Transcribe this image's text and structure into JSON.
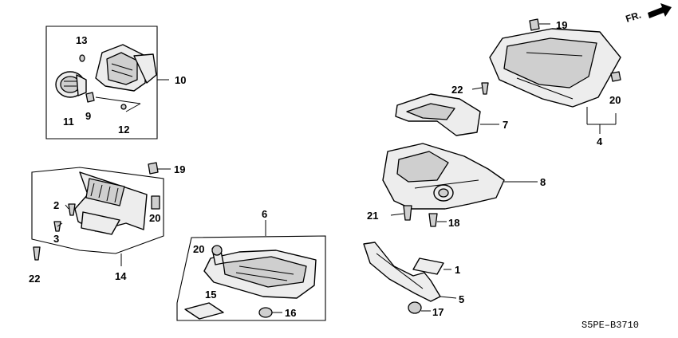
{
  "diagram": {
    "code": "S5PE–B3710",
    "direction": "FR.",
    "callouts": {
      "c1": "1",
      "c2": "2",
      "c3": "3",
      "c4": "4",
      "c5": "5",
      "c6": "6",
      "c7": "7",
      "c8": "8",
      "c9": "9",
      "c10": "10",
      "c11": "11",
      "c12": "12",
      "c13": "13",
      "c14": "14",
      "c15": "15",
      "c16": "16",
      "c17": "17",
      "c18": "18",
      "c19a": "19",
      "c19b": "19",
      "c20a": "20",
      "c20b": "20",
      "c20c": "20",
      "c21": "21",
      "c22a": "22",
      "c22b": "22"
    }
  }
}
